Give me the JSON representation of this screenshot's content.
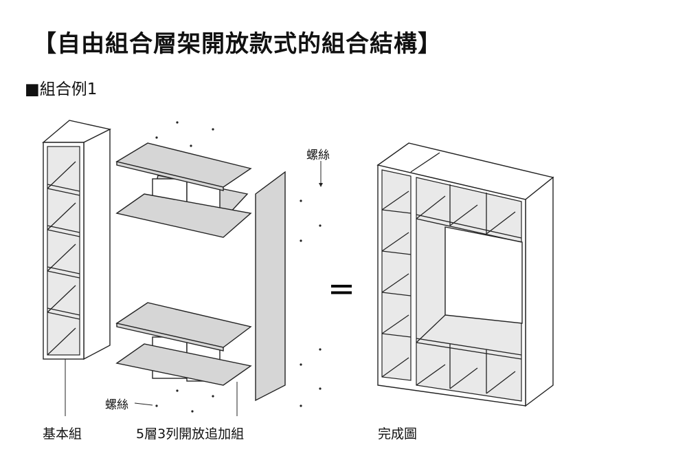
{
  "title": "【自由組合層架開放款式的組合結構】",
  "subtitle": "■組合例1",
  "diagram": {
    "screw_label_top": "螺絲",
    "screw_label_bottom": "螺絲",
    "equals_sign": "=",
    "labels": {
      "basic_set": "基本組",
      "add_on_set": "5層3列開放追加組",
      "completed": "完成圖"
    }
  }
}
